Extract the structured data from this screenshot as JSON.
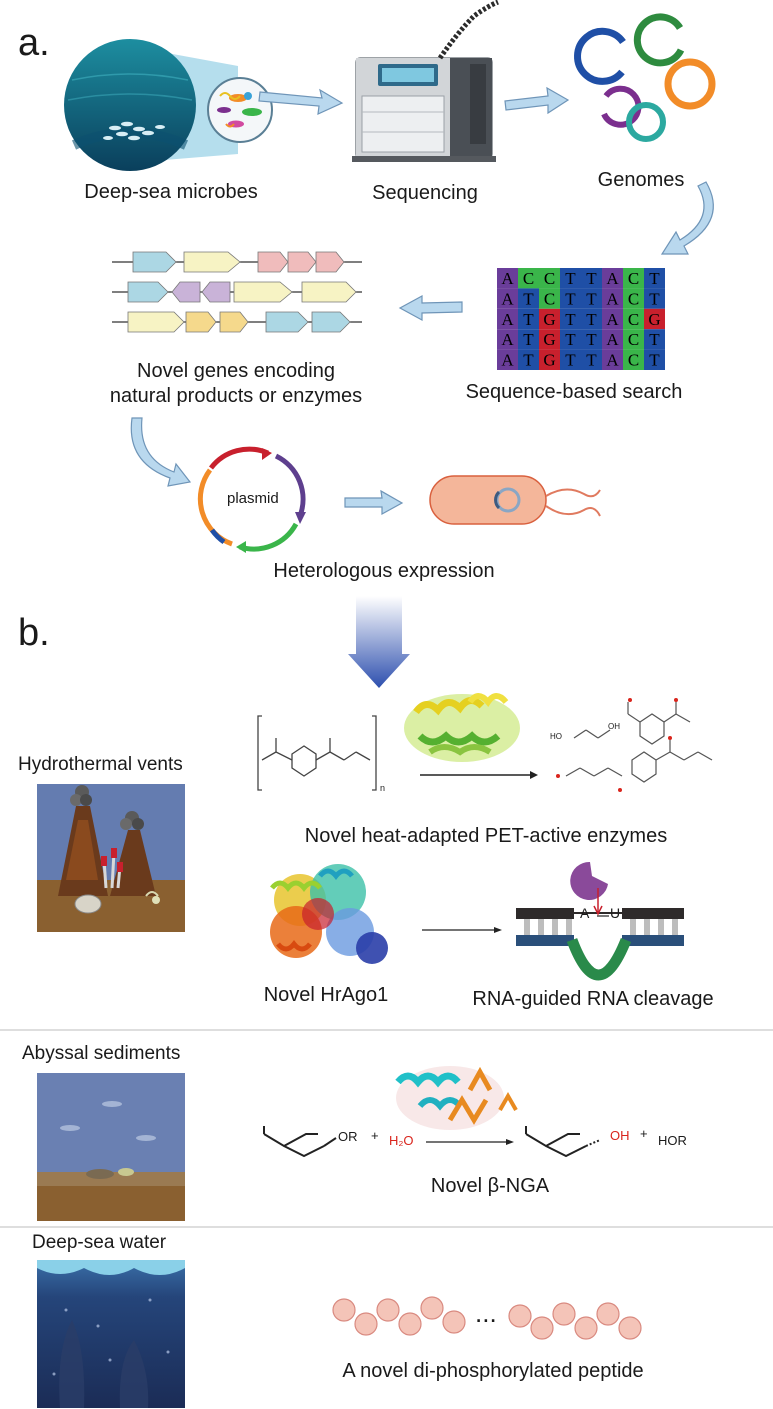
{
  "panels": {
    "a": "a.",
    "b": "b."
  },
  "workflow": {
    "microbes_label": "Deep-sea microbes",
    "sequencing_label": "Sequencing",
    "genomes_label": "Genomes",
    "genes_label": "Novel genes encoding\nnatural products or enzymes",
    "search_label": "Sequence-based search",
    "plasmid_label": "plasmid",
    "expression_label": "Heterologous expression"
  },
  "sequence_grid": {
    "rows": [
      [
        "A",
        "C",
        "C",
        "T",
        "T",
        "A",
        "C",
        "T"
      ],
      [
        "A",
        "T",
        "C",
        "T",
        "T",
        "A",
        "C",
        "T"
      ],
      [
        "A",
        "T",
        "G",
        "T",
        "T",
        "A",
        "C",
        "G"
      ],
      [
        "A",
        "T",
        "G",
        "T",
        "T",
        "A",
        "C",
        "T"
      ],
      [
        "A",
        "T",
        "G",
        "T",
        "T",
        "A",
        "C",
        "T"
      ]
    ],
    "colors": {
      "A": "#6a3d9a",
      "C": "#3ab54a",
      "G": "#c8202d",
      "T": "#1f4fa6"
    }
  },
  "genome_colors": [
    "#1f4fa6",
    "#2e8b3f",
    "#f28c28",
    "#7b2f8e",
    "#2ca9a0"
  ],
  "sites": [
    {
      "name": "Hydrothermal vents",
      "findings": [
        "Novel heat-adapted PET-active enzymes",
        "Novel HrAgo1",
        "RNA-guided RNA cleavage"
      ],
      "chem": {
        "n": "n",
        "ho": "HO",
        "oh": "OH"
      },
      "rna": {
        "a": "A",
        "u": "U"
      }
    },
    {
      "name": "Abyssal sediments",
      "findings": [
        "Novel β-NGA"
      ],
      "chem": {
        "or": "OR",
        "plus": "+",
        "water": "H₂O",
        "oh": "OH",
        "hor": "HOR"
      }
    },
    {
      "name": "Deep-sea water",
      "findings": [
        "A novel di-phosphorylated peptide"
      ],
      "dots": "..."
    }
  ]
}
